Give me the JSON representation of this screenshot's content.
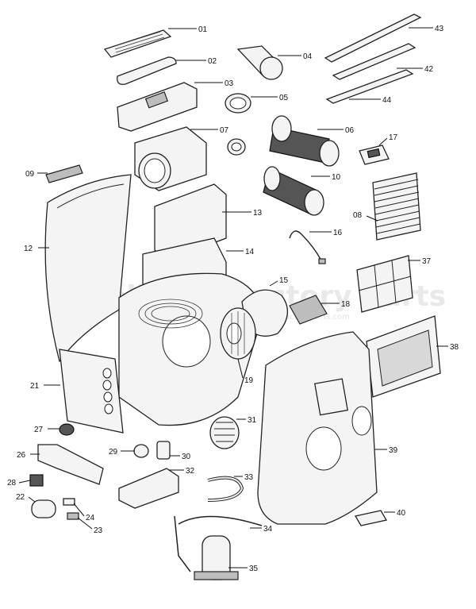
{
  "watermark": {
    "brand": "Appliance Factory Parts",
    "sub": "www.appliancefactoryparts.com"
  },
  "labels": [
    "01",
    "02",
    "03",
    "04",
    "05",
    "06",
    "07",
    "08",
    "09",
    "10",
    "12",
    "13",
    "14",
    "15",
    "16",
    "17",
    "18",
    "19",
    "21",
    "22",
    "23",
    "24",
    "26",
    "27",
    "28",
    "29",
    "30",
    "31",
    "32",
    "33",
    "34",
    "35",
    "37",
    "38",
    "39",
    "40",
    "42",
    "43",
    "44"
  ]
}
